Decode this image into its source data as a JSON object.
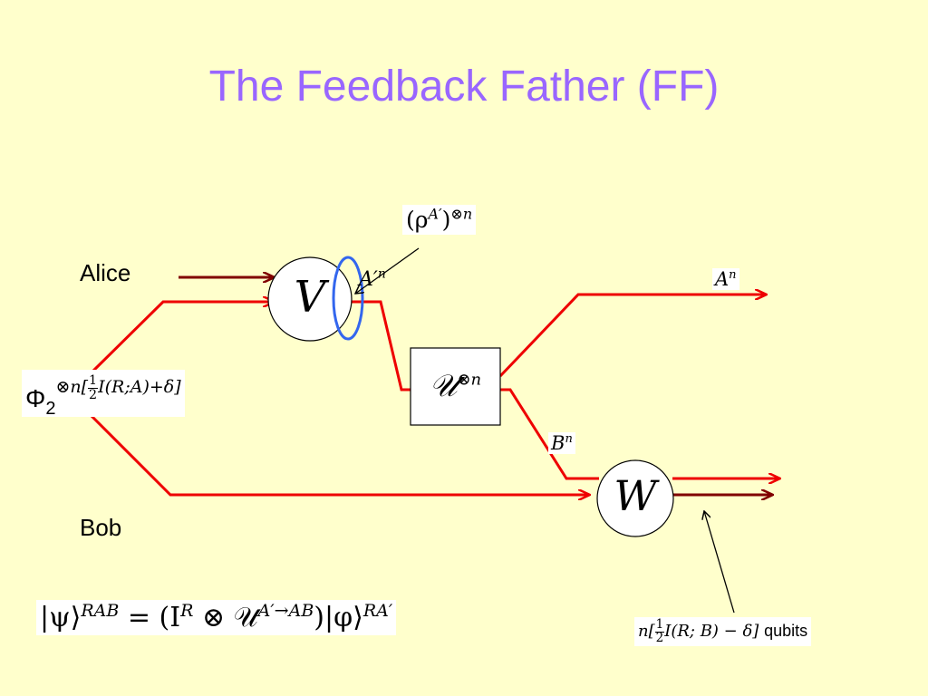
{
  "title": "The Feedback Father (FF)",
  "parties": {
    "alice": "Alice",
    "bob": "Bob"
  },
  "nodes": {
    "v": "V",
    "u_symbol": "𝒰",
    "u_sup": "⊗n",
    "w": "W"
  },
  "labels": {
    "rho_open": "(ρ",
    "rho_sup": "A′",
    "rho_close": ")",
    "rho_power": "⊗n",
    "a_prime_n_base": "A′",
    "a_prime_n_sup": "n",
    "a_n_base": "A",
    "a_n_sup": "n",
    "b_n_base": "B",
    "b_n_sup": "n"
  },
  "ebit": {
    "base": "Φ",
    "sub": "2",
    "sup_prefix": "⊗n[",
    "frac_num": "1",
    "frac_den": "2",
    "sup_suffix": "I(R;A)+δ]"
  },
  "qubits": {
    "prefix": "n[",
    "frac_num": "1",
    "frac_den": "2",
    "expr": "I(R; B) − δ]",
    "unit": "qubits"
  },
  "state_equation": {
    "psi": "|ψ⟩",
    "psi_sup": "RAB",
    "equals": " = (I",
    "i_sup": "R",
    "otimes": " ⊗ 𝒰",
    "u_sup": "A′→AB",
    "close": ")|φ⟩",
    "phi_sup": "RA′"
  },
  "colors": {
    "title": "#9966ff",
    "background": "#ffffcc",
    "quantum_wire": "#ee0000",
    "classical_wire": "#800000",
    "ellipse": "#3366ee"
  }
}
